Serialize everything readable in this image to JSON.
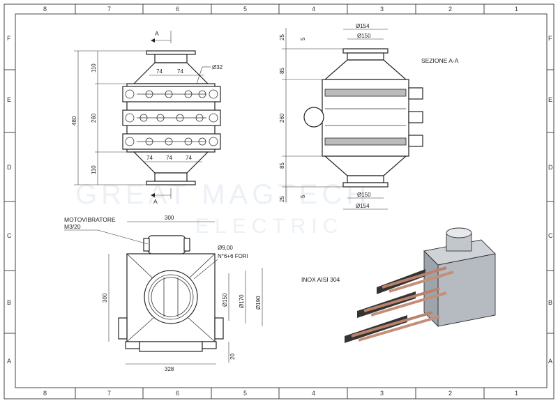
{
  "drawing": {
    "column_markers": [
      "8",
      "7",
      "6",
      "5",
      "4",
      "3",
      "2",
      "1"
    ],
    "row_markers": [
      "F",
      "E",
      "D",
      "C",
      "B",
      "A"
    ],
    "watermark_line1": "GREAT MAGTECH",
    "watermark_line2": "ELECTRIC"
  },
  "front_view": {
    "section_mark": "A",
    "dims": {
      "pitch": "74",
      "hole": "Ø32",
      "overall_height": "480",
      "top_height": "110",
      "mid_height": "260",
      "bottom_height": "110"
    }
  },
  "section_view": {
    "title": "SEZIONE A-A",
    "dims": {
      "top_outer": "Ø154",
      "top_inner": "Ø150",
      "bottom_inner": "Ø150",
      "bottom_outer": "Ø154",
      "flange_top": "25",
      "lip_top": "5",
      "cone_top": "85",
      "mid_height": "260",
      "cone_bottom": "85",
      "lip_bottom": "5",
      "flange_bottom": "25"
    }
  },
  "top_view": {
    "motor_label_1": "MOTOVIBRATORE",
    "motor_label_2": "M3/20",
    "dims": {
      "width": "300",
      "depth": "300",
      "holes_1": "Ø9,00",
      "holes_2": "N°6+6 FORI",
      "d150": "Ø150",
      "d170": "Ø170",
      "d190": "Ø190",
      "base_width": "328",
      "foot_height": "20"
    }
  },
  "iso_view": {
    "material": "INOX AISI 304"
  }
}
